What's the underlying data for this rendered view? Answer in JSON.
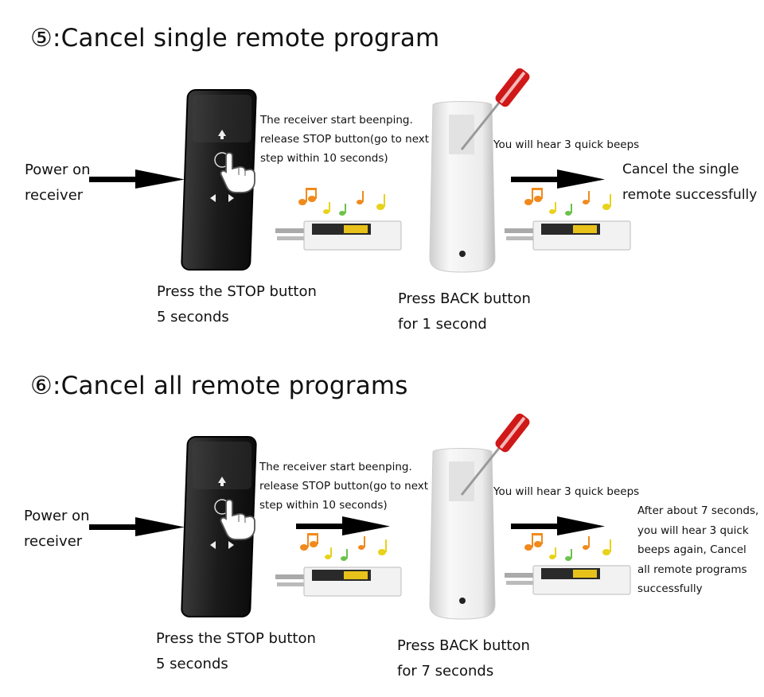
{
  "sections": [
    {
      "title": "⑤:Cancel single remote program",
      "power_on": [
        "Power on",
        "receiver"
      ],
      "receiver_msg": [
        "The receiver start beenping.",
        "release STOP button(go to next",
        "step within 10 seconds)"
      ],
      "quick_beeps": "You will hear 3 quick beeps",
      "result": [
        "Cancel the single",
        "remote successfully"
      ],
      "press_stop": [
        "Press the STOP button",
        "5 seconds"
      ],
      "press_back": [
        "Press BACK button",
        "for 1 second"
      ]
    },
    {
      "title": "⑥:Cancel all remote programs",
      "power_on": [
        "Power on",
        "receiver"
      ],
      "receiver_msg": [
        "The receiver start beenping.",
        "release STOP button(go to next",
        "step within 10 seconds)"
      ],
      "quick_beeps": "You will hear 3 quick beeps",
      "result": [
        "After about 7 seconds,",
        "you will hear 3 quick",
        "beeps again, Cancel",
        "all remote programs",
        "successfully"
      ],
      "press_stop": [
        "Press the STOP button",
        "5 seconds"
      ],
      "press_back": [
        "Press BACK button",
        "for 7 seconds"
      ]
    }
  ],
  "icons": {
    "arrow": "right-arrow-icon",
    "remote": "black-touch-remote-icon",
    "hand": "pointing-hand-icon",
    "notes": "music-notes-icon",
    "receiver": "receiver-module-icon",
    "back_remote": "white-remote-back-icon",
    "screwdriver": "screwdriver-icon"
  },
  "colors": {
    "text": "#111111",
    "arrow": "#000000",
    "remote_body": "#1a1a1a",
    "screwdriver_handle": "#d01818",
    "note_orange": "#f08a1c",
    "note_yellow": "#e8d21a",
    "note_green": "#6cc24a"
  }
}
